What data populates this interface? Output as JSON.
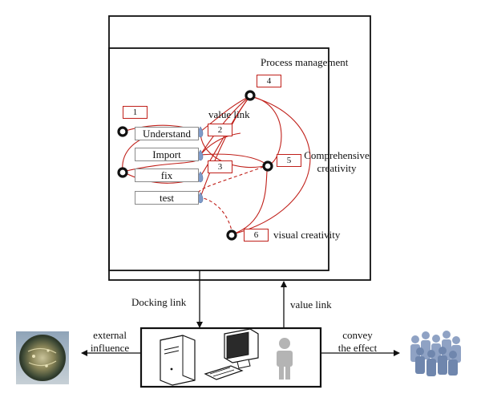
{
  "diagram": {
    "labels": {
      "process_management": "Process management",
      "value_link_top": "value link",
      "comprehensive_creativity": "Comprehensive creativity",
      "visual_creativity": "visual creativity",
      "docking_link": "Docking link",
      "value_link_bottom": "value link",
      "external_influence": "external influence",
      "convey_the_effect": "convey the effect"
    },
    "tasks": [
      "Understand",
      "Import",
      "fix",
      "test"
    ],
    "steps": [
      "1",
      "2",
      "3",
      "4",
      "5",
      "6"
    ],
    "colors": {
      "link_red": "#c0201a",
      "droplet_blue": "#7f9bc9",
      "frame": "#111111",
      "person_gray": "#b4b4b4"
    },
    "icons": [
      "computer-tower-icon",
      "monitor-icon",
      "keyboard-icon",
      "person-icon",
      "globe-photo-icon",
      "crowd-icon"
    ]
  }
}
